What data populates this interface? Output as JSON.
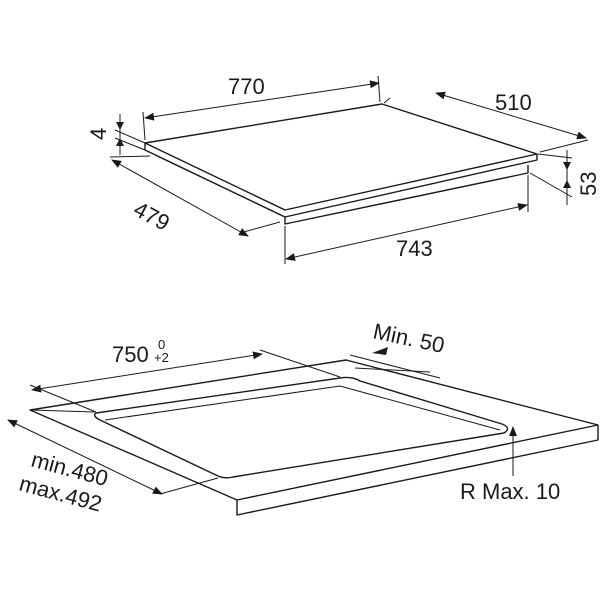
{
  "hob": {
    "width": "770",
    "depth": "510",
    "glass_thickness": "4",
    "total_height": "53",
    "body_depth": "479",
    "body_width": "743"
  },
  "cutout": {
    "width": "750",
    "width_tol_upper": "0",
    "width_tol_lower": "+2",
    "min_distance": "Min. 50",
    "depth_min": "min.480",
    "depth_max": "max.492",
    "radius": "R Max. 10"
  },
  "colors": {
    "line": "#1a1a1a",
    "background": "#ffffff"
  }
}
